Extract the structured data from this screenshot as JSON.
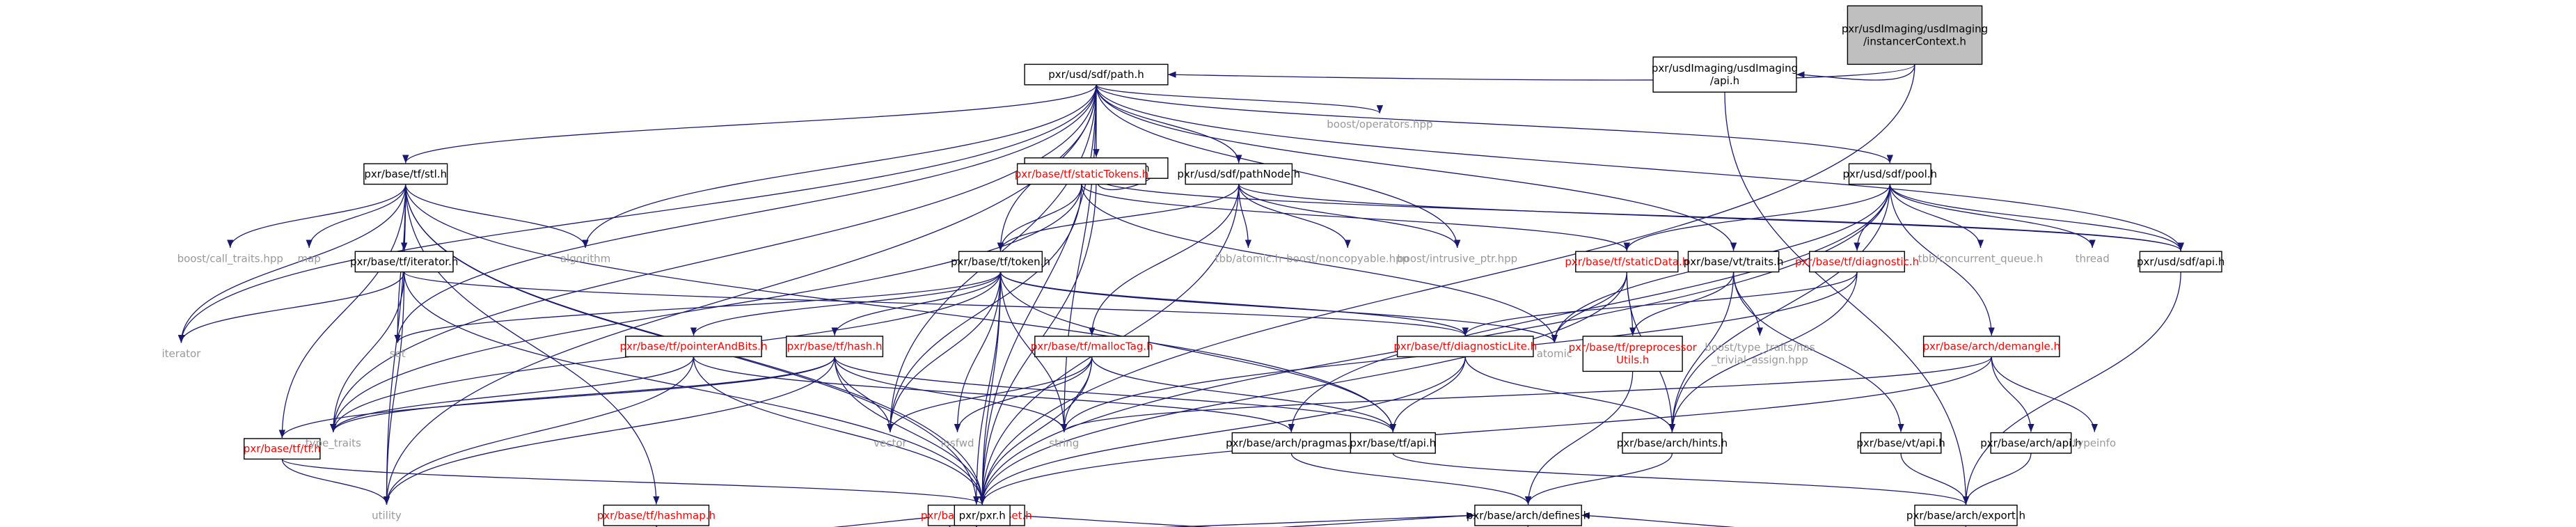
{
  "title": "pxr/usdImaging/usdImaging/instancerContext.h",
  "colors": {
    "focus_fill": "#bfbfbf",
    "link_text": "#000000",
    "redlink_text": "#ff0000",
    "external_text": "#999999",
    "edge": "#191970",
    "border": "#000000"
  },
  "nodes": [
    {
      "id": "root",
      "lines": [
        "pxr/usdImaging/usdImaging",
        "/instancerContext.h"
      ],
      "kind": "focus"
    },
    {
      "id": "path",
      "lines": [
        "pxr/usd/sdf/path.h"
      ],
      "kind": "link"
    },
    {
      "id": "usdapi",
      "lines": [
        "pxr/usdImaging/usdImaging",
        "/api.h"
      ],
      "kind": "link"
    },
    {
      "id": "sdftokens",
      "lines": [
        "pxr/usd/sdf/tokens.h"
      ],
      "kind": "link"
    },
    {
      "id": "boostops",
      "lines": [
        "boost/operators.hpp"
      ],
      "kind": "external"
    },
    {
      "id": "tfstl",
      "lines": [
        "pxr/base/tf/stl.h"
      ],
      "kind": "link"
    },
    {
      "id": "staticTokens",
      "lines": [
        "pxr/base/tf/staticTokens.h"
      ],
      "kind": "redlink"
    },
    {
      "id": "pathNode",
      "lines": [
        "pxr/usd/sdf/pathNode.h"
      ],
      "kind": "link"
    },
    {
      "id": "pool",
      "lines": [
        "pxr/usd/sdf/pool.h"
      ],
      "kind": "link"
    },
    {
      "id": "callTraits",
      "lines": [
        "boost/call_traits.hpp"
      ],
      "kind": "external"
    },
    {
      "id": "map",
      "lines": [
        "map"
      ],
      "kind": "external"
    },
    {
      "id": "tfiterator",
      "lines": [
        "pxr/base/tf/iterator.h"
      ],
      "kind": "link"
    },
    {
      "id": "algorithm",
      "lines": [
        "algorithm"
      ],
      "kind": "external"
    },
    {
      "id": "token",
      "lines": [
        "pxr/base/tf/token.h"
      ],
      "kind": "link"
    },
    {
      "id": "tbbatomic",
      "lines": [
        "tbb/atomic.h"
      ],
      "kind": "external"
    },
    {
      "id": "noncopyable",
      "lines": [
        "boost/noncopyable.hpp"
      ],
      "kind": "external"
    },
    {
      "id": "intrusive",
      "lines": [
        "boost/intrusive_ptr.hpp"
      ],
      "kind": "external"
    },
    {
      "id": "staticData",
      "lines": [
        "pxr/base/tf/staticData.h"
      ],
      "kind": "redlink"
    },
    {
      "id": "vttraits",
      "lines": [
        "pxr/base/vt/traits.h"
      ],
      "kind": "link"
    },
    {
      "id": "diagnostic",
      "lines": [
        "pxr/base/tf/diagnostic.h"
      ],
      "kind": "redlink"
    },
    {
      "id": "concurrentQueue",
      "lines": [
        "tbb/concurrent_queue.h"
      ],
      "kind": "external"
    },
    {
      "id": "thread",
      "lines": [
        "thread"
      ],
      "kind": "external"
    },
    {
      "id": "sdfapi",
      "lines": [
        "pxr/usd/sdf/api.h"
      ],
      "kind": "link"
    },
    {
      "id": "iterator",
      "lines": [
        "iterator"
      ],
      "kind": "external"
    },
    {
      "id": "set",
      "lines": [
        "set"
      ],
      "kind": "external"
    },
    {
      "id": "pointerAndBits",
      "lines": [
        "pxr/base/tf/pointerAndBits.h"
      ],
      "kind": "redlink"
    },
    {
      "id": "tfhash",
      "lines": [
        "pxr/base/tf/hash.h"
      ],
      "kind": "redlink"
    },
    {
      "id": "mallocTag",
      "lines": [
        "pxr/base/tf/mallocTag.h"
      ],
      "kind": "redlink"
    },
    {
      "id": "diagnosticLite",
      "lines": [
        "pxr/base/tf/diagnosticLite.h"
      ],
      "kind": "redlink"
    },
    {
      "id": "atomic",
      "lines": [
        "atomic"
      ],
      "kind": "external"
    },
    {
      "id": "preprocessorUtils",
      "lines": [
        "pxr/base/tf/preprocessor",
        "Utils.h"
      ],
      "kind": "redlink"
    },
    {
      "id": "hasTrivialAssign",
      "lines": [
        "boost/type_traits/has",
        "_trivial_assign.hpp"
      ],
      "kind": "external"
    },
    {
      "id": "demangle",
      "lines": [
        "pxr/base/arch/demangle.h"
      ],
      "kind": "redlink"
    },
    {
      "id": "tftf",
      "lines": [
        "pxr/base/tf/tf.h"
      ],
      "kind": "redlink"
    },
    {
      "id": "typeTraits",
      "lines": [
        "type_traits"
      ],
      "kind": "external"
    },
    {
      "id": "vector",
      "lines": [
        "vector"
      ],
      "kind": "external"
    },
    {
      "id": "iosfwd",
      "lines": [
        "iosfwd"
      ],
      "kind": "external"
    },
    {
      "id": "string",
      "lines": [
        "string"
      ],
      "kind": "external"
    },
    {
      "id": "pragmas",
      "lines": [
        "pxr/base/arch/pragmas.h"
      ],
      "kind": "link"
    },
    {
      "id": "tfapi",
      "lines": [
        "pxr/base/tf/api.h"
      ],
      "kind": "link"
    },
    {
      "id": "hints",
      "lines": [
        "pxr/base/arch/hints.h"
      ],
      "kind": "link"
    },
    {
      "id": "vtapi",
      "lines": [
        "pxr/base/vt/api.h"
      ],
      "kind": "link"
    },
    {
      "id": "archapi",
      "lines": [
        "pxr/base/arch/api.h"
      ],
      "kind": "link"
    },
    {
      "id": "typeinfo",
      "lines": [
        "typeinfo"
      ],
      "kind": "external"
    },
    {
      "id": "utility",
      "lines": [
        "utility"
      ],
      "kind": "external"
    },
    {
      "id": "hashmap",
      "lines": [
        "pxr/base/tf/hashmap.h"
      ],
      "kind": "redlink"
    },
    {
      "id": "hashset",
      "lines": [
        "pxr/base/tf/hashset.h"
      ],
      "kind": "redlink"
    },
    {
      "id": "archexport",
      "lines": [
        "pxr/base/arch/export.h"
      ],
      "kind": "link"
    },
    {
      "id": "defines",
      "lines": [
        "pxr/base/arch/defines.h"
      ],
      "kind": "link"
    },
    {
      "id": "pxr",
      "lines": [
        "pxr/pxr.h"
      ],
      "kind": "link"
    }
  ],
  "edges": [
    [
      "root",
      "path"
    ],
    [
      "root",
      "usdapi"
    ],
    [
      "root",
      "pxr"
    ],
    [
      "path",
      "sdftokens"
    ],
    [
      "path",
      "boostops"
    ],
    [
      "path",
      "tfstl"
    ],
    [
      "path",
      "pathNode"
    ],
    [
      "path",
      "pool"
    ],
    [
      "path",
      "token"
    ],
    [
      "path",
      "vttraits"
    ],
    [
      "path",
      "sdfapi"
    ],
    [
      "path",
      "intrusive"
    ],
    [
      "path",
      "algorithm"
    ],
    [
      "path",
      "iterator"
    ],
    [
      "path",
      "set"
    ],
    [
      "path",
      "string"
    ],
    [
      "path",
      "vector"
    ],
    [
      "path",
      "utility"
    ],
    [
      "path",
      "typeTraits"
    ],
    [
      "path",
      "pxr"
    ],
    [
      "usdapi",
      "archexport"
    ],
    [
      "sdftokens",
      "staticTokens"
    ],
    [
      "sdftokens",
      "sdfapi"
    ],
    [
      "sdftokens",
      "pxr"
    ],
    [
      "tfstl",
      "callTraits"
    ],
    [
      "tfstl",
      "map"
    ],
    [
      "tfstl",
      "tfiterator"
    ],
    [
      "tfstl",
      "algorithm"
    ],
    [
      "tfstl",
      "set"
    ],
    [
      "tfstl",
      "iterator"
    ],
    [
      "tfstl",
      "utility"
    ],
    [
      "tfstl",
      "tftf"
    ],
    [
      "tfstl",
      "hashmap"
    ],
    [
      "tfstl",
      "hashset"
    ],
    [
      "tfstl",
      "tfapi"
    ],
    [
      "tfstl",
      "pxr"
    ],
    [
      "tfiterator",
      "iterator"
    ],
    [
      "tfiterator",
      "typeTraits"
    ],
    [
      "tfiterator",
      "utility"
    ],
    [
      "tfiterator",
      "diagnosticLite"
    ],
    [
      "tfiterator",
      "pxr"
    ],
    [
      "staticTokens",
      "token"
    ],
    [
      "staticTokens",
      "staticData"
    ],
    [
      "staticTokens",
      "vector"
    ],
    [
      "staticTokens",
      "typeTraits"
    ],
    [
      "staticTokens",
      "atomic"
    ],
    [
      "pathNode",
      "token"
    ],
    [
      "pathNode",
      "mallocTag"
    ],
    [
      "pathNode",
      "tbbatomic"
    ],
    [
      "pathNode",
      "noncopyable"
    ],
    [
      "pathNode",
      "intrusive"
    ],
    [
      "pathNode",
      "sdfapi"
    ],
    [
      "pathNode",
      "pxr"
    ],
    [
      "pool",
      "staticData"
    ],
    [
      "pool",
      "diagnostic"
    ],
    [
      "pool",
      "concurrentQueue"
    ],
    [
      "pool",
      "thread"
    ],
    [
      "pool",
      "sdfapi"
    ],
    [
      "pool",
      "atomic"
    ],
    [
      "pool",
      "demangle"
    ],
    [
      "pool",
      "hints"
    ],
    [
      "pool",
      "pxr"
    ],
    [
      "pool",
      "pragmas"
    ],
    [
      "token",
      "pointerAndBits"
    ],
    [
      "token",
      "tfhash"
    ],
    [
      "token",
      "diagnosticLite"
    ],
    [
      "token",
      "hashset"
    ],
    [
      "token",
      "set"
    ],
    [
      "token",
      "vector"
    ],
    [
      "token",
      "iosfwd"
    ],
    [
      "token",
      "string"
    ],
    [
      "token",
      "atomic"
    ],
    [
      "token",
      "tfapi"
    ],
    [
      "token",
      "typeTraits"
    ],
    [
      "token",
      "pxr"
    ],
    [
      "staticData",
      "preprocessorUtils"
    ],
    [
      "staticData",
      "atomic"
    ],
    [
      "staticData",
      "hints"
    ],
    [
      "staticData",
      "pxr"
    ],
    [
      "vttraits",
      "preprocessorUtils"
    ],
    [
      "vttraits",
      "hasTrivialAssign"
    ],
    [
      "vttraits",
      "vtapi"
    ],
    [
      "vttraits",
      "hints"
    ],
    [
      "diagnostic",
      "diagnosticLite"
    ],
    [
      "diagnostic",
      "string"
    ],
    [
      "diagnostic",
      "hints"
    ],
    [
      "sdfapi",
      "archexport"
    ],
    [
      "pointerAndBits",
      "pragmas"
    ],
    [
      "pointerAndBits",
      "typeTraits"
    ],
    [
      "pointerAndBits",
      "utility"
    ],
    [
      "pointerAndBits",
      "pxr"
    ],
    [
      "tfhash",
      "tftf"
    ],
    [
      "tfhash",
      "typeTraits"
    ],
    [
      "tfhash",
      "vector"
    ],
    [
      "tfhash",
      "string"
    ],
    [
      "tfhash",
      "utility"
    ],
    [
      "tfhash",
      "tfapi"
    ],
    [
      "tfhash",
      "pxr"
    ],
    [
      "mallocTag",
      "vector"
    ],
    [
      "mallocTag",
      "iosfwd"
    ],
    [
      "mallocTag",
      "string"
    ],
    [
      "mallocTag",
      "tfapi"
    ],
    [
      "mallocTag",
      "pxr"
    ],
    [
      "diagnosticLite",
      "tfapi"
    ],
    [
      "diagnosticLite",
      "hints"
    ],
    [
      "diagnosticLite",
      "pxr"
    ],
    [
      "preprocessorUtils",
      "defines"
    ],
    [
      "demangle",
      "archapi"
    ],
    [
      "demangle",
      "typeinfo"
    ],
    [
      "demangle",
      "string"
    ],
    [
      "demangle",
      "pxr"
    ],
    [
      "tftf",
      "utility"
    ],
    [
      "tftf",
      "pxr"
    ],
    [
      "pragmas",
      "defines"
    ],
    [
      "tfapi",
      "archexport"
    ],
    [
      "hints",
      "defines"
    ],
    [
      "vtapi",
      "archexport"
    ],
    [
      "archapi",
      "archexport"
    ],
    [
      "hashmap",
      "defines"
    ],
    [
      "hashmap",
      "pxr"
    ],
    [
      "hashset",
      "defines"
    ],
    [
      "hashset",
      "pxr"
    ],
    [
      "archexport",
      "defines"
    ],
    [
      "defines",
      "pxr"
    ]
  ]
}
